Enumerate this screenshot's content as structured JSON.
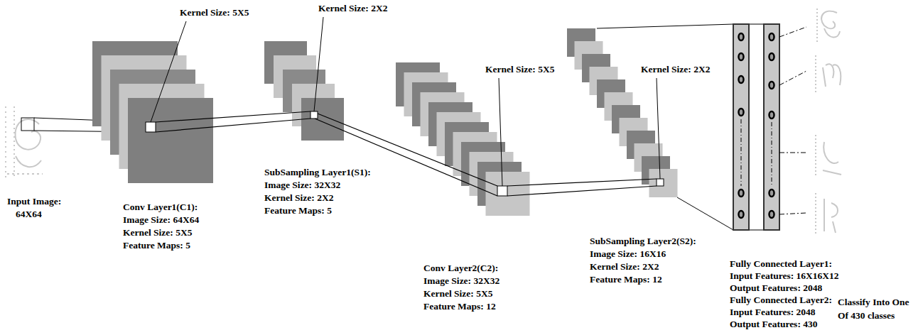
{
  "diagram": {
    "labels": [
      "Kernel Size: 5X5",
      "Kernel Size: 2X2",
      "Kernel Size: 5X5",
      "Kernel Size: 2X2",
      "Input Image:",
      "64X64",
      "Conv Layer1(C1):",
      "Image Size: 64X64",
      "Kernel Size: 5X5",
      "Feature Maps: 5",
      "SubSampling Layer1(S1):",
      "Image Size: 32X32",
      "Kernel Size: 2X2",
      "Feature Maps: 5",
      "Conv Layer2(C2):",
      "Image Size: 32X32",
      "Kernel Size: 5X5",
      "Feature Maps: 12",
      "SubSampling Layer2(S2):",
      "Image Size: 16X16",
      "Kernel Size: 2X2",
      "Feature Maps: 12",
      "Fully Connected Layer1:",
      "Input Features: 16X16X12",
      "Output Features: 2048",
      "Fully Connected Layer2:",
      "Input Features: 2048",
      "Output Features: 430",
      "Classify Into One",
      "Of 430 classes"
    ]
  }
}
